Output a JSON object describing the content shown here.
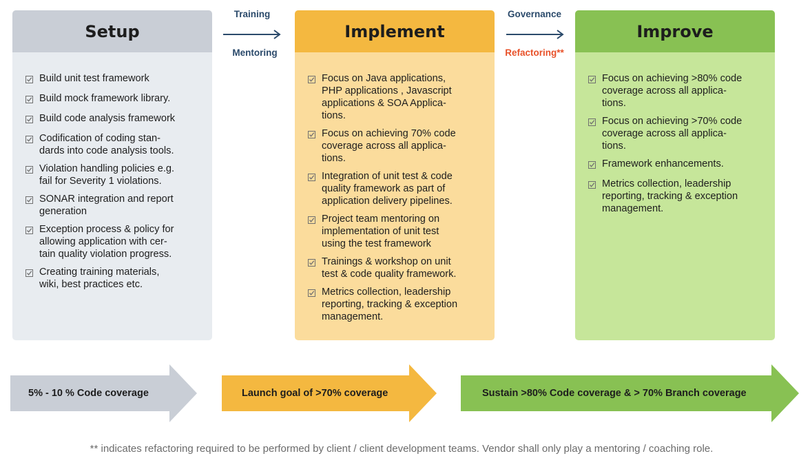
{
  "columns": [
    {
      "title": "Setup",
      "items": [
        "Build unit test framework",
        "Build mock framework library.",
        "Build code analysis framework",
        "Codification of coding stan-\ndards into code analysis tools.",
        "Violation handling policies e.g.\nfail for Severity 1 violations.",
        "SONAR integration and report\ngeneration",
        "Exception process & policy for\nallowing application with cer-\ntain quality violation progress.",
        "Creating training materials,\nwiki, best practices etc."
      ]
    },
    {
      "title": "Implement",
      "items": [
        "Focus on Java applications,\nPHP applications ,  Javascript\napplications & SOA Applica-\ntions.",
        "Focus on achieving 70% code\ncoverage across all applica-\ntions.",
        "Integration of unit test & code\nquality framework as part of\napplication delivery pipelines.",
        "Project team mentoring on\nimplementation of unit test\nusing the test framework",
        "Trainings & workshop on unit\ntest & code quality framework.",
        "Metrics collection, leadership\nreporting, tracking & exception\nmanagement."
      ]
    },
    {
      "title": "Improve",
      "items": [
        "Focus on achieving >80% code\ncoverage across all applica-\ntions.",
        "Focus on achieving >70% code\ncoverage across all applica-\ntions.",
        "Framework enhancements.",
        "Metrics collection, leadership\nreporting, tracking & exception\nmanagement."
      ]
    }
  ],
  "connectors": [
    {
      "top_label": "Training",
      "bottom_label": "Mentoring",
      "top_color": "#2b4a6b",
      "bottom_color": "#2b4a6b"
    },
    {
      "top_label": "Governance",
      "bottom_label": "Refactoring**",
      "top_color": "#2b4a6b",
      "bottom_color": "#e8522a"
    }
  ],
  "banners": [
    {
      "label": "5% - 10 % Code coverage",
      "color": "#c9ced6"
    },
    {
      "label": "Launch goal of >70% coverage",
      "color": "#f4b840"
    },
    {
      "label": "Sustain >80% Code coverage & > 70% Branch coverage",
      "color": "#88c153"
    }
  ],
  "footnote": "** indicates refactoring required to be performed by client / client development teams. Vendor shall only play a mentoring / coaching role.",
  "icons": {
    "item_bullet": "checkbox-icon",
    "connector": "arrow-right-icon"
  },
  "colors": {
    "arrow": "#2b4a6b",
    "text": "#1e1e1e"
  }
}
